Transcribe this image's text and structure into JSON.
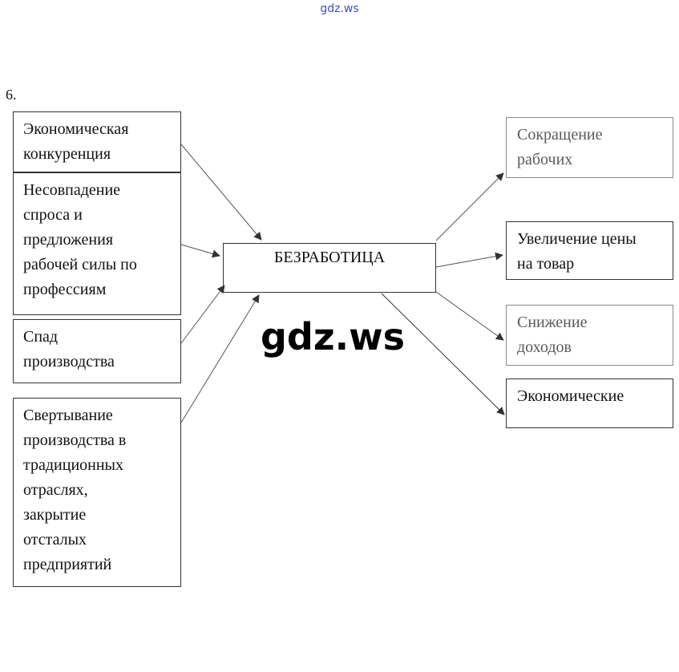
{
  "watermark_top": "gdz.ws",
  "watermark_center": "gdz.ws",
  "task_number": "6.",
  "center": "БЕЗРАБОТИЦА",
  "causes": [
    "Экономическая\nконкуренция",
    "Несовпадение\nспроса и\nпредложения\nрабочей силы по\nпрофессиям",
    "Спад\nпроизводства",
    "Свертывание\nпроизводства в\nтрадиционных\nотраслях,\nзакрытие\nотсталых\nпредприятий"
  ],
  "effects": [
    "Сокращение\nрабочих",
    "Увеличение цены\nна товар",
    "Снижение\nдоходов",
    "Экономические"
  ]
}
